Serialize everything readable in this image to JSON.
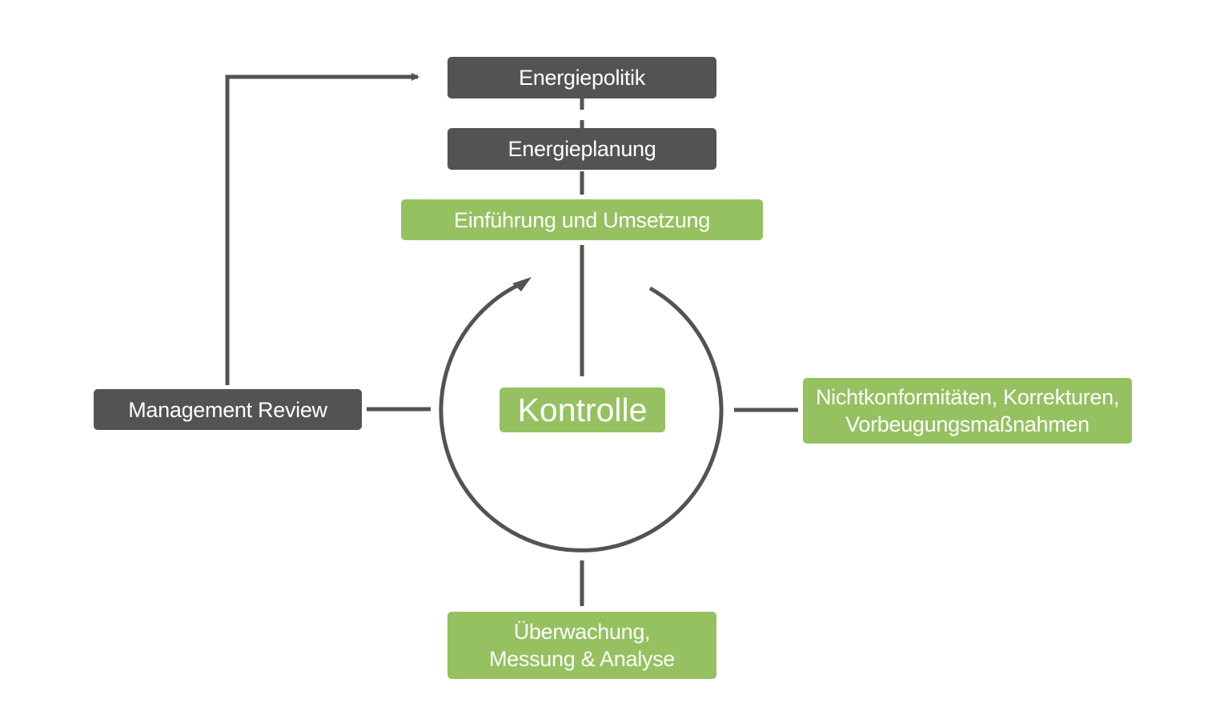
{
  "colors": {
    "dark_box": "#535351",
    "green_box": "#95c160",
    "connector": "#535351",
    "text": "#ffffff"
  },
  "nodes": {
    "energiepolitik": "Energiepolitik",
    "energieplanung": "Energieplanung",
    "einfuehrung": "Einführung und Umsetzung",
    "management_review": "Management Review",
    "kontrolle": "Kontrolle",
    "nichtkonformitaeten_line1": "Nichtkonformitäten, Korrekturen,",
    "nichtkonformitaeten_line2": "Vorbeugungsmaßnahmen",
    "ueberwachung_line1": "Überwachung,",
    "ueberwachung_line2": "Messung & Analyse"
  }
}
